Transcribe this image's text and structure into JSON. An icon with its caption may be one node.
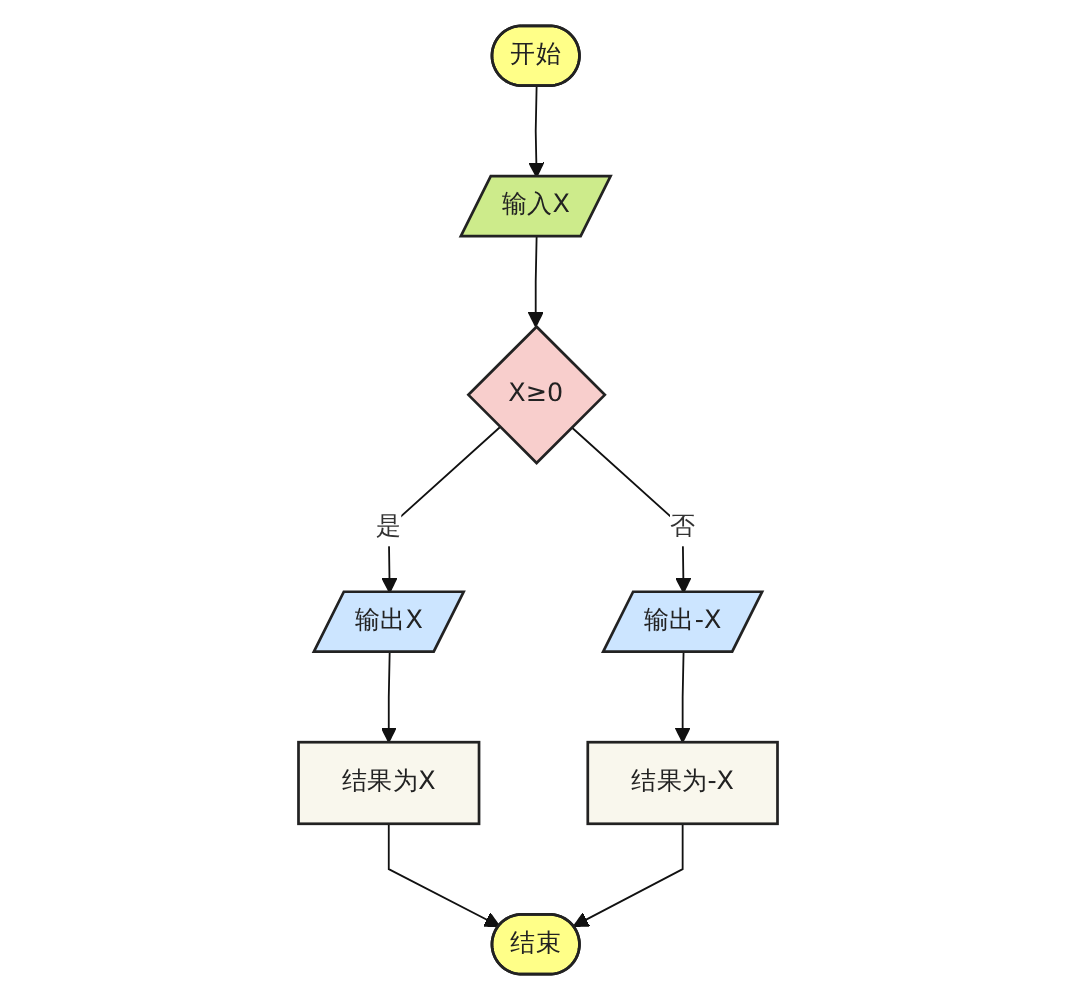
{
  "diagram": {
    "nodes": [
      {
        "text": [
          "开始"
        ]
      },
      {
        "text": [
          "输入X"
        ]
      },
      {
        "text": [
          "输出X"
        ]
      },
      {
        "text": [
          "X≥0"
        ]
      },
      {
        "text": [
          "输出-X"
        ]
      },
      {
        "text": [
          "结果为X"
        ]
      },
      {
        "text": [
          "结果为-X"
        ]
      },
      {
        "text": [
          "结束"
        ]
      }
    ],
    "edges": [
      {
        "from": 0,
        "to": 1,
        "arrow": "to"
      },
      {
        "from": 1,
        "to": 3,
        "arrow": "to"
      },
      {
        "from": 3,
        "to": 2,
        "label": "是",
        "arrow": "to"
      },
      {
        "from": 3,
        "to": 4,
        "label": "否",
        "arrow": "to"
      },
      {
        "from": 2,
        "to": 5,
        "arrow": "to"
      },
      {
        "from": 4,
        "to": 6,
        "arrow": "to"
      },
      {
        "from": 5,
        "to": 7,
        "arrow": "to"
      },
      {
        "from": 6,
        "to": 7,
        "arrow": "to"
      }
    ]
  }
}
